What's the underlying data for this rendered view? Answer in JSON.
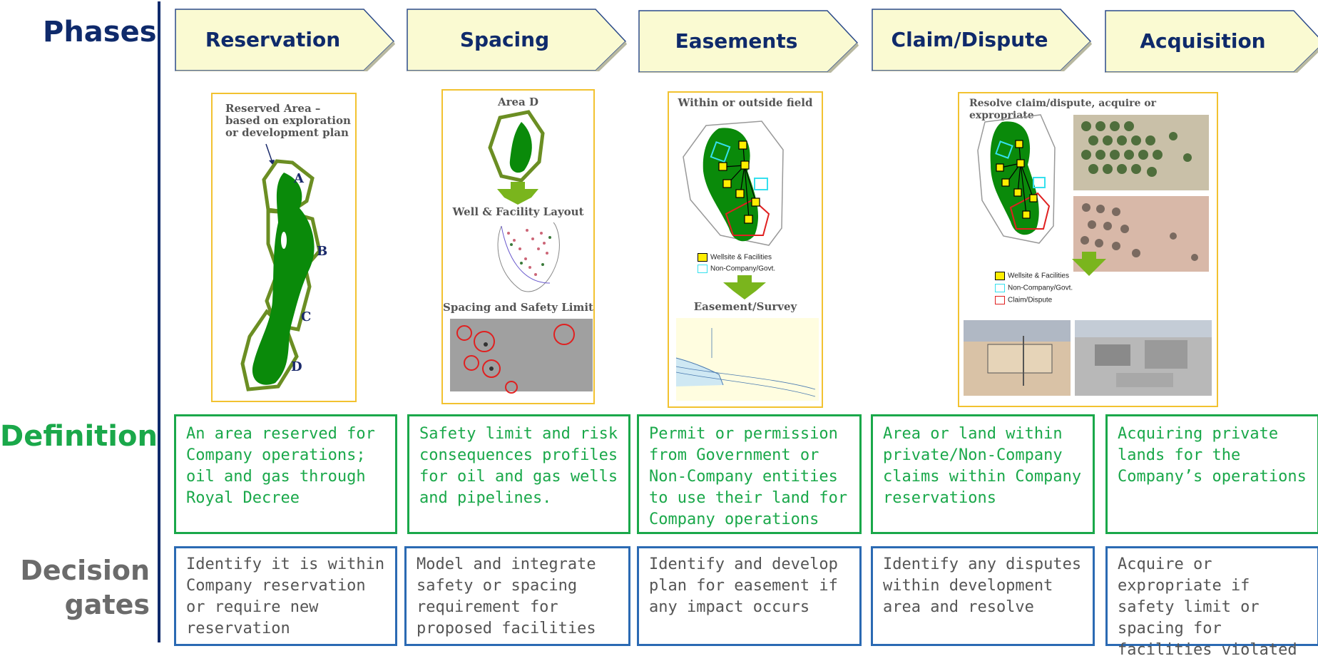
{
  "row_labels": {
    "phases": "Phases",
    "definition": "Definition",
    "decision_1": "Decision",
    "decision_2": "gates"
  },
  "phases": [
    {
      "name": "Reservation"
    },
    {
      "name": "Spacing"
    },
    {
      "name": "Easements"
    },
    {
      "name": "Claim/Dispute"
    },
    {
      "name": "Acquisition"
    }
  ],
  "panels": {
    "reservation": {
      "title": "Reserved Area – based on exploration or development plan",
      "areas": [
        "A",
        "B",
        "C",
        "D"
      ]
    },
    "spacing": {
      "title_top": "Area D",
      "title_mid": "Well & Facility Layout",
      "title_bottom": "Spacing and Safety Limit"
    },
    "easements": {
      "title": "Within or outside field",
      "legend": [
        "Wellsite & Facilities",
        "Non-Company/Govt."
      ],
      "subtitle": "Easement/Survey"
    },
    "claim": {
      "title": "Resolve claim/dispute, acquire or expropriate",
      "legend": [
        "Wellsite & Facilities",
        "Non-Company/Govt.",
        "Claim/Dispute"
      ]
    }
  },
  "definitions": [
    "An area reserved for Company operations; oil and gas through Royal Decree",
    "Safety limit and risk consequences profiles for oil and gas wells and pipelines.",
    "Permit or permission from Government or Non-Company entities to use their land for Company operations",
    "Area or land within private/Non-Company claims within Company reservations",
    "Acquiring private lands for the Company’s operations"
  ],
  "decision_gates": [
    "Identify it is within Company reservation or require new reservation",
    "Model and integrate safety or spacing requirement for proposed facilities",
    "Identify and develop plan for easement if any impact occurs",
    "Identify any disputes within development area and resolve",
    "Acquire or expropriate if safety limit or spacing for facilities violated"
  ],
  "colors": {
    "navy": "#0f2a6b",
    "green": "#1aa84a",
    "blue_border": "#2b6ab3",
    "chevron_fill": "#fafad2",
    "panel_border": "#f2c230",
    "map_green": "#0a8a0a",
    "outline_olive": "#6b8e23"
  }
}
